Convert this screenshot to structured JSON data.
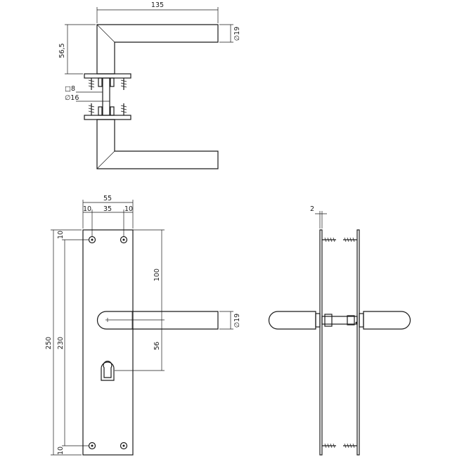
{
  "dimensions": {
    "top_width": "135",
    "top_height": "56,5",
    "top_diameter": "19",
    "spindle_square": "8",
    "rose_diameter": "16",
    "plate_width": "55",
    "plate_edge_left": "10",
    "plate_hole_spacing": "35",
    "plate_edge_right": "10",
    "plate_height": "250",
    "plate_hole_height": "230",
    "plate_top_offset": "10",
    "plate_bottom_offset": "10",
    "handle_to_top": "100",
    "handle_to_keyhole": "56",
    "front_diameter": "19",
    "plate_thickness": "2"
  },
  "symbols": {
    "diameter": "∅",
    "square": "□"
  }
}
